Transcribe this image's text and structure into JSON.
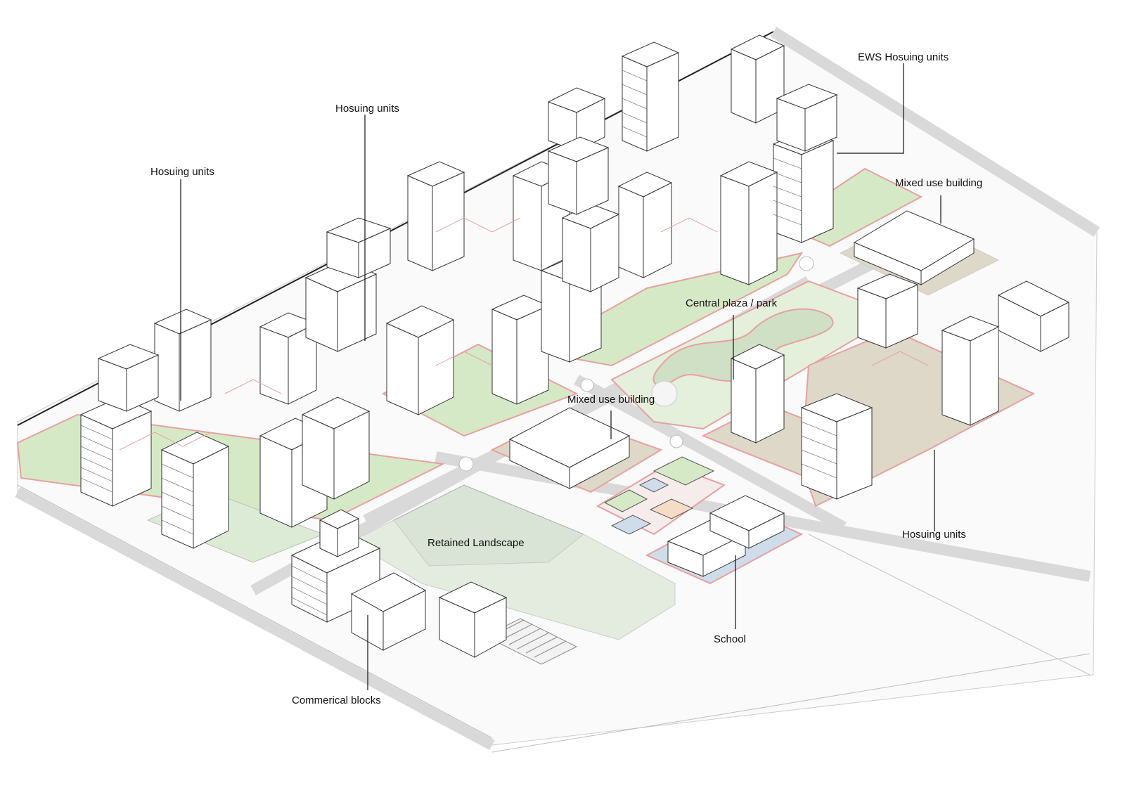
{
  "labels": {
    "ews_housing": "EWS Hosuing units",
    "housing_top": "Hosuing units",
    "housing_left": "Hosuing units",
    "housing_right": "Hosuing units",
    "mixed_use_right": "Mixed use building",
    "mixed_use_center": "Mixed use building",
    "central_plaza": "Central plaza / park",
    "retained_landscape": "Retained Landscape",
    "school": "School",
    "commercial_blocks": "Commerical blocks"
  },
  "colors": {
    "green_space": "#d6e9c6",
    "park_green": "#dcebd6",
    "landscape": "#dfe8dc",
    "block_tan": "#ddd8c8",
    "water_blue": "#cfdcea",
    "road": "#eeeeee",
    "red_accent": "#e8a0a0",
    "building": "#ffffff",
    "line": "#333333"
  }
}
